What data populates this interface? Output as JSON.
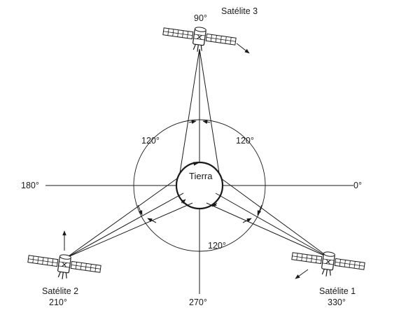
{
  "earth": {
    "label": "Tierra"
  },
  "axes": {
    "right_label": "0°",
    "top_label": "90°",
    "left_label": "180°",
    "bottom_label": "270°"
  },
  "satellites": [
    {
      "name": "Satélite 1",
      "angle": "330°",
      "motion_icon": "arrow-down-left-icon"
    },
    {
      "name": "Satélite 2",
      "angle": "210°",
      "motion_icon": "arrow-up-icon"
    },
    {
      "name": "Satélite 3",
      "angle": "90°",
      "motion_icon": "arrow-down-right-icon"
    }
  ],
  "separation_angles": [
    "120°",
    "120°",
    "120°"
  ],
  "colors": {
    "ink": "#1a1a1a",
    "background": "#ffffff"
  }
}
